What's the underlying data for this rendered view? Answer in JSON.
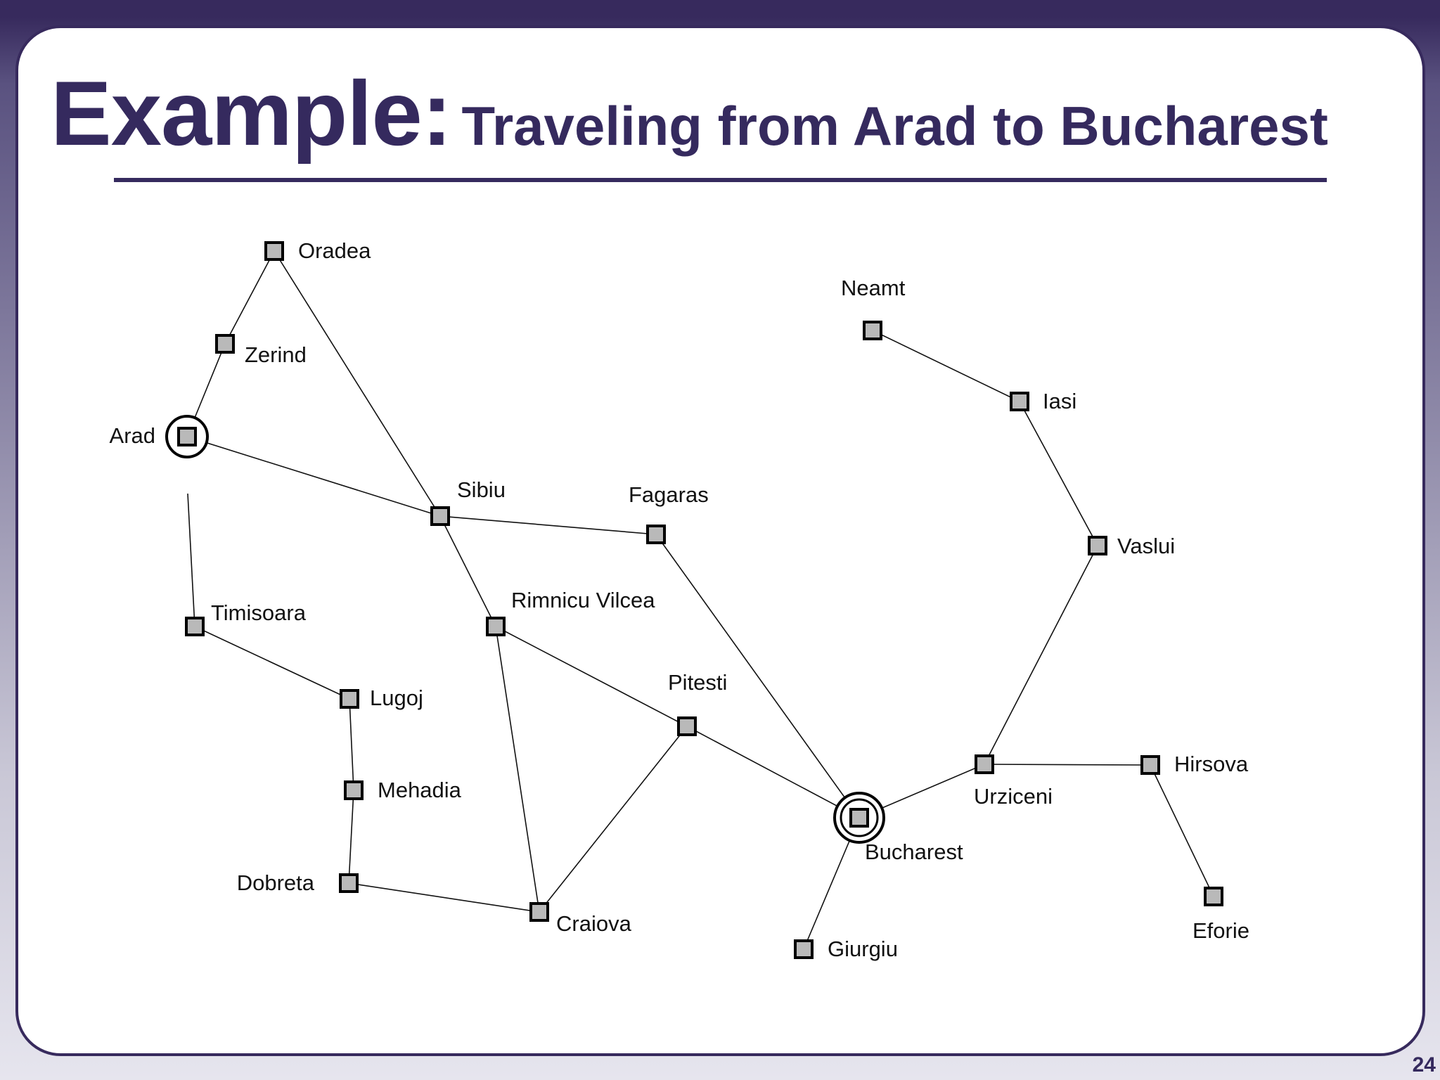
{
  "slide": {
    "title_main": "Example:",
    "title_sub": "Traveling from Arad to Bucharest",
    "page_number": "24"
  },
  "map": {
    "start_city": "Arad",
    "goal_city": "Bucharest",
    "cities": [
      {
        "id": "oradea",
        "name": "Oradea"
      },
      {
        "id": "zerind",
        "name": "Zerind"
      },
      {
        "id": "arad",
        "name": "Arad"
      },
      {
        "id": "timisoara",
        "name": "Timisoara"
      },
      {
        "id": "lugoj",
        "name": "Lugoj"
      },
      {
        "id": "mehadia",
        "name": "Mehadia"
      },
      {
        "id": "dobreta",
        "name": "Dobreta"
      },
      {
        "id": "sibiu",
        "name": "Sibiu"
      },
      {
        "id": "fagaras",
        "name": "Fagaras"
      },
      {
        "id": "rimnicu",
        "name": "Rimnicu Vilcea"
      },
      {
        "id": "pitesti",
        "name": "Pitesti"
      },
      {
        "id": "craiova",
        "name": "Craiova"
      },
      {
        "id": "bucharest",
        "name": "Bucharest"
      },
      {
        "id": "giurgiu",
        "name": "Giurgiu"
      },
      {
        "id": "urziceni",
        "name": "Urziceni"
      },
      {
        "id": "hirsova",
        "name": "Hirsova"
      },
      {
        "id": "eforie",
        "name": "Eforie"
      },
      {
        "id": "vaslui",
        "name": "Vaslui"
      },
      {
        "id": "iasi",
        "name": "Iasi"
      },
      {
        "id": "neamt",
        "name": "Neamt"
      }
    ],
    "roads": [
      [
        "oradea",
        "zerind"
      ],
      [
        "zerind",
        "arad"
      ],
      [
        "oradea",
        "sibiu"
      ],
      [
        "arad",
        "sibiu"
      ],
      [
        "arad",
        "timisoara"
      ],
      [
        "timisoara",
        "lugoj"
      ],
      [
        "lugoj",
        "mehadia"
      ],
      [
        "mehadia",
        "dobreta"
      ],
      [
        "dobreta",
        "craiova"
      ],
      [
        "sibiu",
        "fagaras"
      ],
      [
        "sibiu",
        "rimnicu"
      ],
      [
        "fagaras",
        "bucharest"
      ],
      [
        "rimnicu",
        "pitesti"
      ],
      [
        "rimnicu",
        "craiova"
      ],
      [
        "pitesti",
        "craiova"
      ],
      [
        "pitesti",
        "bucharest"
      ],
      [
        "bucharest",
        "giurgiu"
      ],
      [
        "bucharest",
        "urziceni"
      ],
      [
        "urziceni",
        "hirsova"
      ],
      [
        "hirsova",
        "eforie"
      ],
      [
        "urziceni",
        "vaslui"
      ],
      [
        "vaslui",
        "iasi"
      ],
      [
        "iasi",
        "neamt"
      ]
    ]
  }
}
